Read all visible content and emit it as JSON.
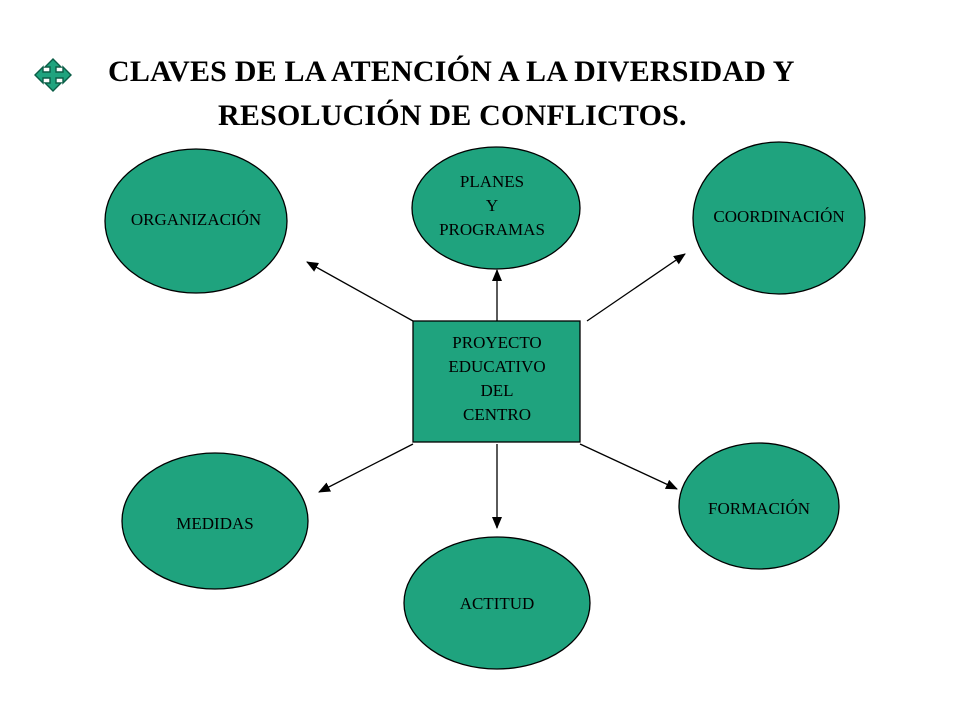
{
  "title": {
    "line1": "CLAVES DE LA ATENCIÓN A LA DIVERSIDAD Y",
    "line2": "RESOLUCIÓN DE CONFLICTOS."
  },
  "bullet_icon": "four-way-arrow-icon",
  "colors": {
    "node_fill": "#1FA37E",
    "stroke": "#000000",
    "bullet_fill": "#1FA37E",
    "bullet_stroke": "#0B5E47"
  },
  "center": {
    "lines": [
      "PROYECTO",
      "EDUCATIVO",
      "DEL",
      "CENTRO"
    ]
  },
  "nodes": [
    {
      "id": "planes-y-programas",
      "lines": [
        "PLANES",
        "Y",
        "PROGRAMAS"
      ]
    },
    {
      "id": "organizacion",
      "lines": [
        "ORGANIZACIÓN"
      ]
    },
    {
      "id": "coordinacion",
      "lines": [
        "COORDINACIÓN"
      ]
    },
    {
      "id": "medidas",
      "lines": [
        "MEDIDAS"
      ]
    },
    {
      "id": "actitud",
      "lines": [
        "ACTITUD"
      ]
    },
    {
      "id": "formacion",
      "lines": [
        "FORMACIÓN"
      ]
    }
  ]
}
